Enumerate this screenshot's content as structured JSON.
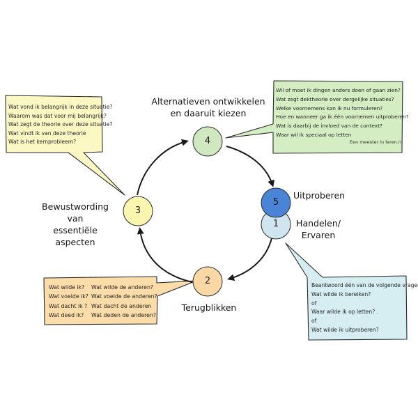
{
  "stages": {
    "s1": {
      "number": "1",
      "label_lines": [
        "Handelen/",
        "Ervaren"
      ]
    },
    "s2": {
      "number": "2",
      "label_lines": [
        "Terugblikken"
      ]
    },
    "s3": {
      "number": "3",
      "label_lines": [
        "Bewustwording van",
        "essentiële aspecten"
      ]
    },
    "s4": {
      "number": "4",
      "label_lines": [
        "Alternatieven ontwikkelen",
        "en daaruit kiezen"
      ]
    },
    "s5": {
      "number": "5",
      "label_lines": [
        "Uitproberen"
      ]
    }
  },
  "bubbles": {
    "stage3": {
      "lines": [
        "Wat vond ik belangrijk in deze situatie?",
        "Waarom was dat voor mij belangrijk?",
        "Wat zegt de theorie over deze situatie?",
        "Wat vindt ik van deze theorie",
        "Wat is het kernprobleem?"
      ]
    },
    "stage4": {
      "lines": [
        "Wil of moet ik dingen anders doen of gaan zien?",
        "Wat zegt dektheorie over dergelijke situaties?",
        "Welke voornemens kan ik nu formuleren?",
        "Hoe en wanneer ga ik één voornemen uitproberen?",
        "Wat is daarbij de invloed van de context?",
        "Waar wil ik speciaal op letten"
      ],
      "credit": "Een meester in leren.nl"
    },
    "stage2": {
      "left": [
        "Wat wilde ik?",
        "Wat voelde ik?",
        "Wat dacht ik ?",
        "Wat deed ik?"
      ],
      "right": [
        "Wat wilde de anderen?",
        "Wat voelde de anderen?",
        "Wat dacht de anderen",
        "Wat deden de anderen?"
      ]
    },
    "stage1": {
      "lines": [
        "Beantwoord één van de volgende vragen:",
        "Wat wilde ik bereiken?",
        "of",
        "Waar wilde ik op letten? .",
        "of",
        "Wat wilde ik uitproberen?"
      ]
    }
  },
  "colors": {
    "yellow_bubble": "#fbf8c4",
    "green_bubble": "#d4edc2",
    "orange_bubble": "#fcdca9",
    "blue_bubble": "#d6eef1",
    "circle1": "#cfe6f1",
    "circle2": "#f9d8a6",
    "circle3": "#faf6b0",
    "circle4": "#cfe8bf",
    "circle5": "#4a84d6"
  }
}
